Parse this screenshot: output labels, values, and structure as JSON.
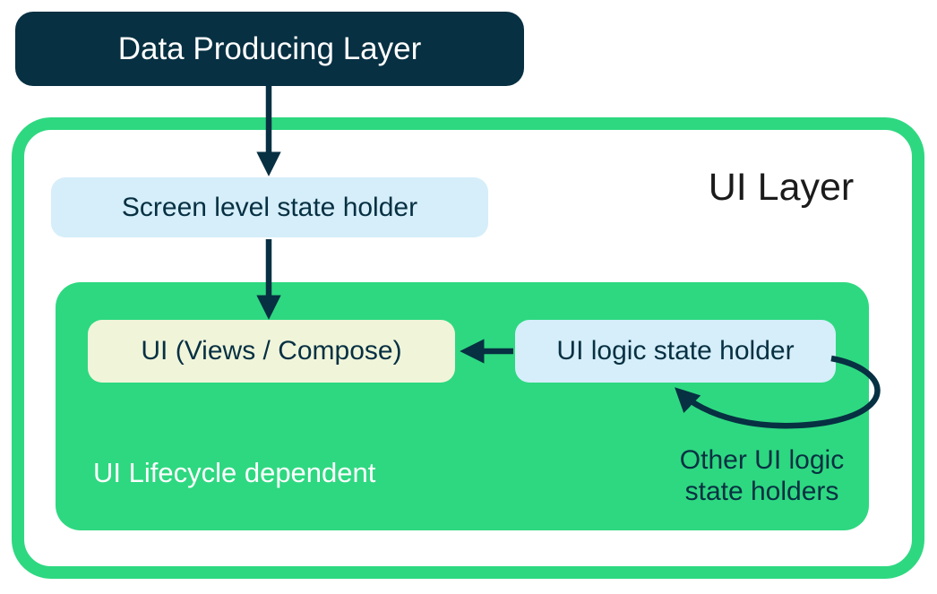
{
  "colors": {
    "navy": "#073042",
    "green": "#2ED880",
    "light-blue": "#D5EEFA",
    "pale-yellow": "#F0F5DA",
    "white": "#FFFFFF",
    "title-black": "#1B1B1B"
  },
  "nodes": {
    "data_producing_layer": {
      "label": "Data Producing Layer"
    },
    "screen_state_holder": {
      "label": "Screen level state holder"
    },
    "ui_views_compose": {
      "label": "UI (Views / Compose)"
    },
    "ui_logic_state_holder": {
      "label": "UI logic state holder"
    }
  },
  "labels": {
    "ui_layer": "UI Layer",
    "lifecycle": "UI Lifecycle dependent",
    "other_holders_line1": "Other UI logic",
    "other_holders_line2": "state holders"
  }
}
